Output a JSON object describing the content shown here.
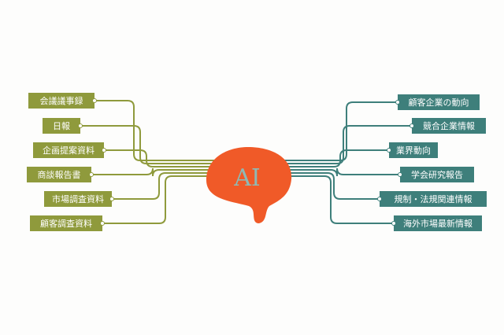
{
  "center": {
    "label": "AI",
    "color": "#f05a28",
    "text_color": "#8fb9b4"
  },
  "colors": {
    "left_branch": "#8f9a3c",
    "right_branch": "#3e7f7b",
    "left_node_fill": "#8f9a3c",
    "right_node_fill": "#3e7f7b",
    "node_text": "#ffffff"
  },
  "left_nodes": [
    {
      "label": "会議議事録"
    },
    {
      "label": "日報"
    },
    {
      "label": "企画提案資料"
    },
    {
      "label": "商談報告書"
    },
    {
      "label": "市場調査資料"
    },
    {
      "label": "顧客調査資料"
    }
  ],
  "right_nodes": [
    {
      "label": "顧客企業の動向"
    },
    {
      "label": "競合企業情報"
    },
    {
      "label": "業界動向"
    },
    {
      "label": "学会研究報告"
    },
    {
      "label": "規制・法規関連情報"
    },
    {
      "label": "海外市場最新情報"
    }
  ]
}
